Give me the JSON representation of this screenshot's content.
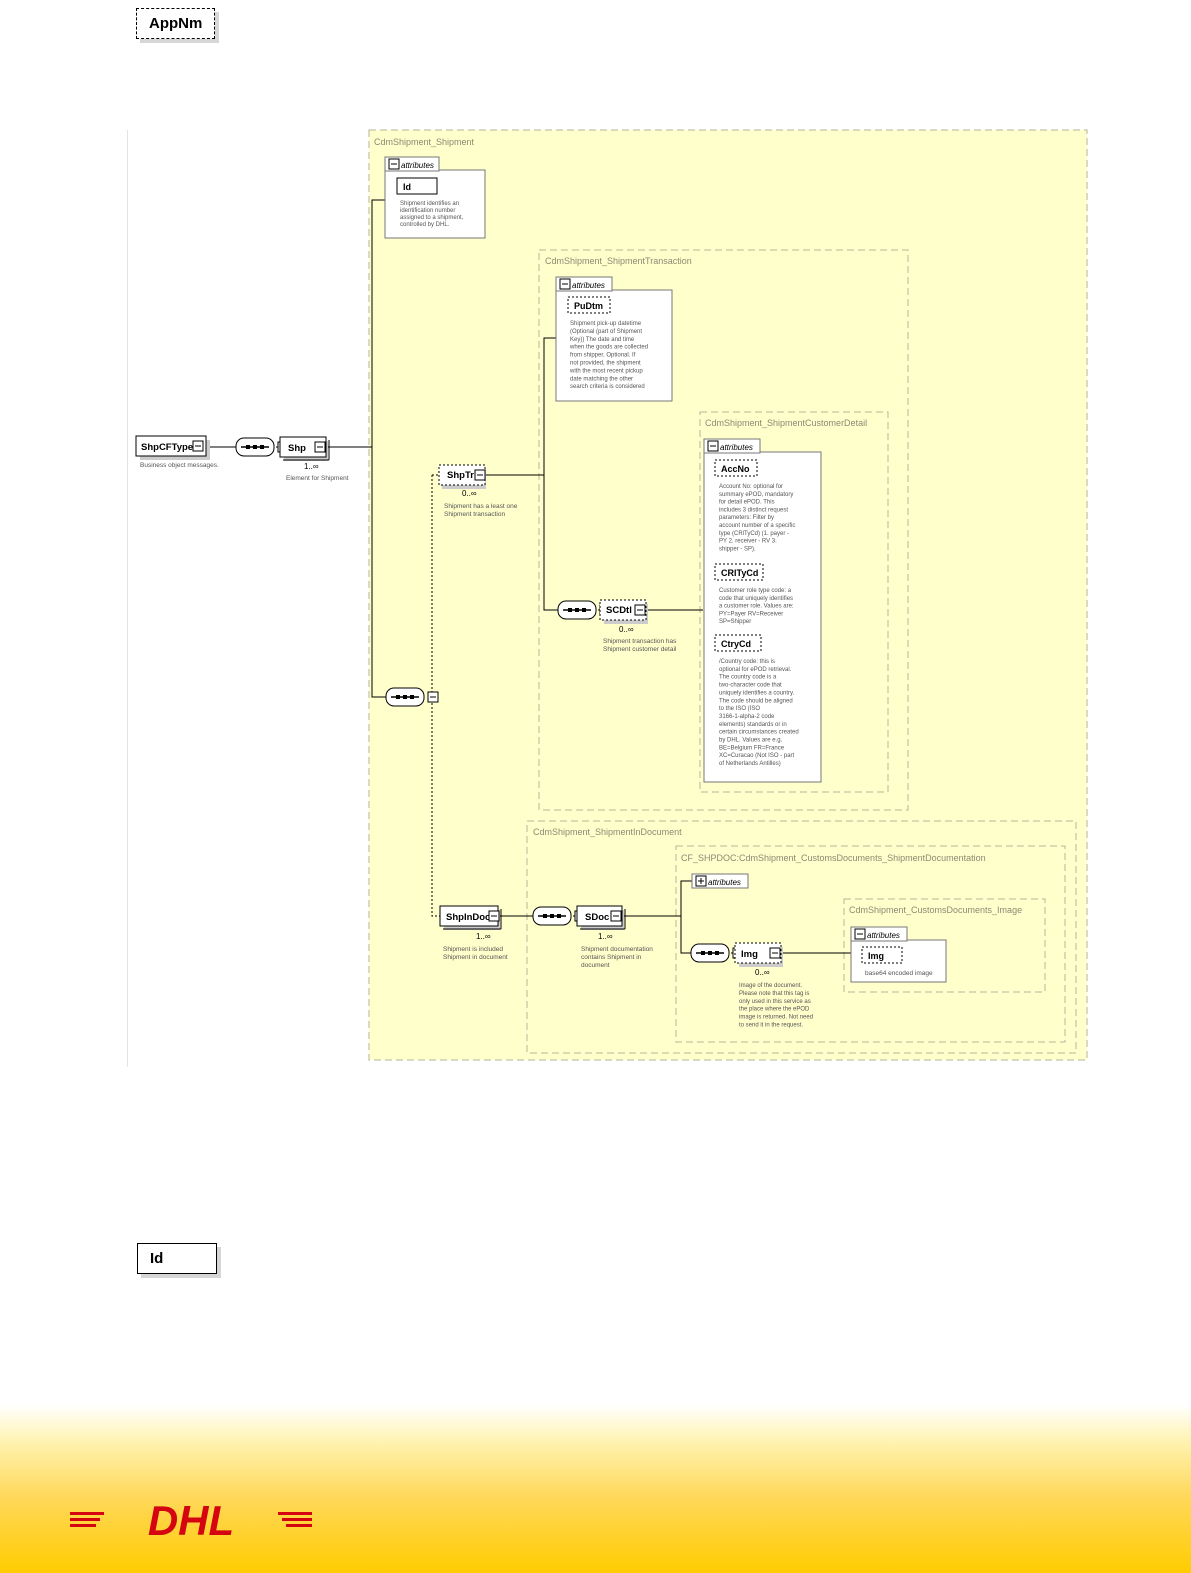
{
  "top_element": {
    "label": "AppNm"
  },
  "bottom_element": {
    "label": "Id"
  },
  "root": {
    "name": "ShpCFType",
    "desc": "Business object messages."
  },
  "shp": {
    "name": "Shp",
    "card": "1..∞",
    "desc": "Element for Shipment"
  },
  "shipment_group": {
    "title": "CdmShipment_Shipment"
  },
  "attributes_label": "attributes",
  "id_attr": {
    "name": "Id",
    "desc": [
      "Shipment identifies an",
      "identification number",
      "assigned to a shipment,",
      "controlled by DHL."
    ]
  },
  "shptr": {
    "name": "ShpTr",
    "card": "0..∞",
    "desc": [
      "Shipment has a least one",
      "Shipment transaction"
    ]
  },
  "transaction_group": {
    "title": "CdmShipment_ShipmentTransaction"
  },
  "pudtm": {
    "name": "PuDtm",
    "desc": [
      "Shipment pick-up datetime",
      "(Optional (part of Shipment",
      "Key)) The date and time",
      "when the goods are collected",
      "from shipper. Optional. If",
      "not provided, the shipment",
      "with the most recent pickup",
      "date matching the other",
      "search criteria is considered"
    ]
  },
  "customer_group": {
    "title": "CdmShipment_ShipmentCustomerDetail"
  },
  "accno": {
    "name": "AccNo",
    "desc": [
      "Account No: optional for",
      "summary ePOD, mandatory",
      "for detail ePOD. This",
      "includes 3 distinct request",
      "parameters: Filter by",
      "account number of a specific",
      "type (CRlTyCd) (1. payer -",
      "PY 2. receiver - RV 3.",
      "shipper - SP)."
    ]
  },
  "crltycd": {
    "name": "CRlTyCd",
    "desc": [
      "Customer role type code: a",
      "code that uniquely identifies",
      "a customer role. Values are:",
      "PY=Payer RV=Receiver",
      "SP=Shipper"
    ]
  },
  "ctrycd": {
    "name": "CtryCd",
    "desc": [
      "/Country code: this is",
      "optional for ePOD retrieval.",
      "The country code is a",
      "two-character code that",
      "uniquely identifies a country.",
      "The code should be aligned",
      "to the ISO (ISO",
      "3166-1-alpha-2 code",
      "elements) standards or in",
      "certain circumstances created",
      "by DHL. Values are e.g.",
      "BE=Belgium FR=France",
      "XC=Curacao (Not ISO - part",
      "of Netherlands Antilles)"
    ]
  },
  "scdtl": {
    "name": "SCDtl",
    "card": "0..∞",
    "desc": [
      "Shipment transaction has",
      "Shipment customer detail"
    ]
  },
  "indoc_group": {
    "title": "CdmShipment_ShipmentInDocument"
  },
  "shpindoc": {
    "name": "ShpInDoc",
    "card": "1..∞",
    "desc": [
      "Shipment is included",
      "Shipment in document"
    ]
  },
  "sdoc": {
    "name": "SDoc",
    "card": "1..∞",
    "desc": [
      "Shipment documentation",
      "contains Shipment in",
      "document"
    ]
  },
  "customs_group": {
    "title": "CF_SHPDOC:CdmShipment_CustomsDocuments_ShipmentDocumentation"
  },
  "img_el": {
    "name": "Img",
    "card": "0..∞",
    "desc": [
      "Image of the document.",
      "Please note that this tag is",
      "only used in this service as",
      "the place where the ePOD",
      "image is returned. Not need",
      "to send it in the request."
    ]
  },
  "image_group": {
    "title": "CdmShipment_CustomsDocuments_Image"
  },
  "img_attr": {
    "name": "Img",
    "desc": "base64 encoded image"
  },
  "logo": {
    "text": "DHL"
  },
  "colors": {
    "group_fill": "#ffffcc",
    "group_border": "#bdbd9a",
    "logo_red": "#d40511",
    "footer_yellow": "#ffcc00"
  }
}
